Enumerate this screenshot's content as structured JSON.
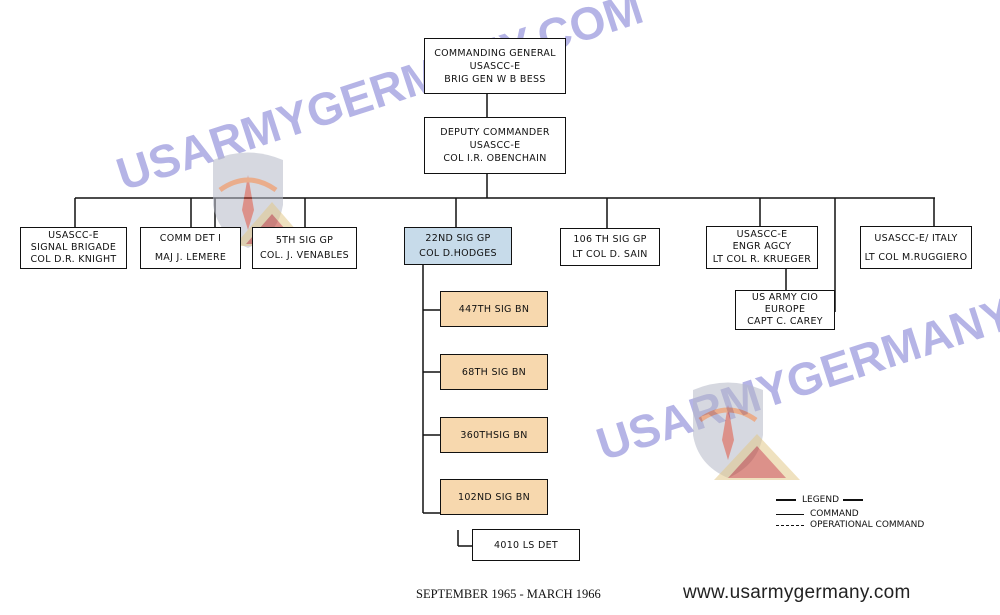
{
  "org_chart": {
    "top": {
      "lines": [
        "COMMANDING GENERAL",
        "USASCC-E",
        "BRIG GEN W B BESS"
      ]
    },
    "deputy": {
      "lines": [
        "DEPUTY COMMANDER",
        "USASCC-E",
        "COL I.R. OBENCHAIN"
      ]
    },
    "subordinates": [
      {
        "id": "signal-brigade",
        "lines": [
          "USASCC-E",
          "SIGNAL BRIGADE",
          "COL D.R. KNIGHT"
        ]
      },
      {
        "id": "comm-det",
        "lines": [
          "COMM DET  I",
          "",
          "MAJ J.  LEMERE"
        ]
      },
      {
        "id": "5th-sig-gp",
        "lines": [
          "5TH SIG  GP",
          "COL. J. VENABLES"
        ]
      },
      {
        "id": "22nd-sig-gp",
        "lines": [
          "22ND SIG GP",
          "COL  D.HODGES"
        ],
        "highlight": true
      },
      {
        "id": "106th-sig-gp",
        "lines": [
          "106 TH SIG GP",
          "LT COL D. SAIN"
        ]
      },
      {
        "id": "engr-agcy",
        "lines": [
          "USASCC-E",
          "ENGR AGCY",
          "LT COL R. KRUEGER"
        ]
      },
      {
        "id": "italy",
        "lines": [
          "USASCC-E/ ITALY",
          "",
          "LT COL M.RUGGIERO"
        ]
      }
    ],
    "cio": {
      "lines": [
        "US ARMY CIO",
        "EUROPE",
        "CAPT  C. CAREY"
      ]
    },
    "battalions": [
      {
        "id": "447th",
        "label": "447TH SIG BN"
      },
      {
        "id": "68th",
        "label": "68TH  SIG  BN"
      },
      {
        "id": "360th",
        "label": "360THSIG BN"
      },
      {
        "id": "102nd",
        "label": "102ND  SIG  BN"
      }
    ],
    "detachment": {
      "label": "4010 LS DET"
    }
  },
  "legend": {
    "title": "LEGEND",
    "command": "COMMAND",
    "operational": "OPERATIONAL COMMAND"
  },
  "footer": {
    "date_range": "SEPTEMBER 1965 - MARCH 1966",
    "website": "www.usarmygermany.com"
  },
  "watermark": {
    "text": "USARMYGERMANY.COM"
  },
  "colors": {
    "hq_fill": "#c7dbea",
    "battalion_fill": "#f7d8ae",
    "line": "#111111",
    "watermark": "#9d9bde"
  }
}
